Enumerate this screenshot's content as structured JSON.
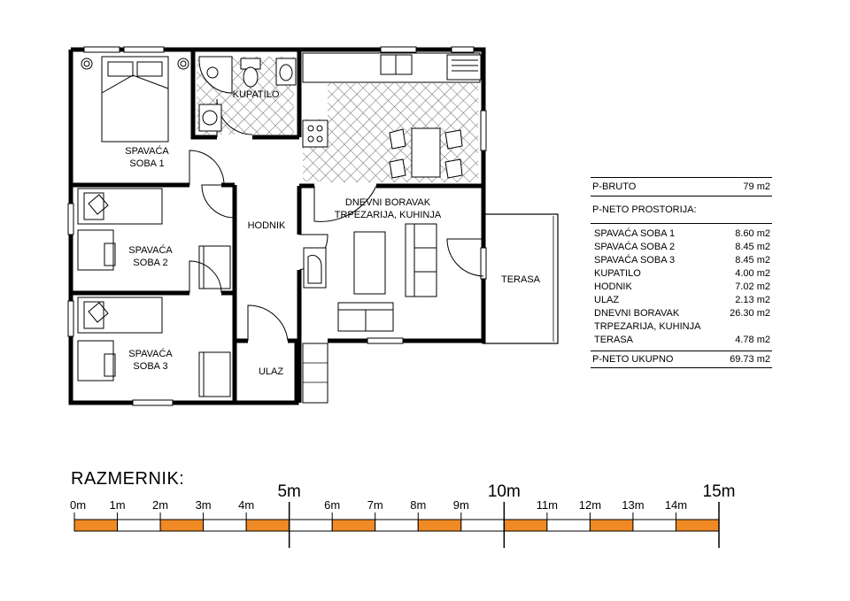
{
  "rooms": {
    "spavaca1": [
      "SPAVAĆA",
      "SOBA 1"
    ],
    "kupatilo": "KUPATILO",
    "spavaca2": [
      "SPAVAĆA",
      "SOBA 2"
    ],
    "spavaca3": [
      "SPAVAĆA",
      "SOBA 3"
    ],
    "hodnik": "HODNIK",
    "ulaz": "ULAZ",
    "dnevni": [
      "DNEVNI BORAVAK",
      "TRPEZARIJA, KUHINJA"
    ],
    "terasa": "TERASA"
  },
  "areas": {
    "bruto_label": "P-BRUTO",
    "bruto_value": "79 m2",
    "neto_heading": "P-NETO PROSTORIJA:",
    "items": [
      {
        "name": "SPAVAĆA SOBA 1",
        "value": "8.60 m2"
      },
      {
        "name": "SPAVAĆA SOBA 2",
        "value": "8.45 m2"
      },
      {
        "name": "SPAVAĆA SOBA 3",
        "value": "8.45 m2"
      },
      {
        "name": "KUPATILO",
        "value": "4.00 m2"
      },
      {
        "name": "HODNIK",
        "value": "7.02 m2"
      },
      {
        "name": "ULAZ",
        "value": "2.13 m2"
      },
      {
        "name": "DNEVNI BORAVAK TRPEZARIJA, KUHINJA",
        "value": "26.30 m2"
      },
      {
        "name": "TERASA",
        "value": "4.78 m2"
      }
    ],
    "total_label": "P-NETO UKUPNO",
    "total_value": "69.73 m2"
  },
  "scale": {
    "title": "RAZMERNIK:",
    "major_labels": [
      "5m",
      "10m",
      "15m"
    ],
    "minor_labels": [
      "0m",
      "1m",
      "2m",
      "3m",
      "4m",
      "6m",
      "7m",
      "8m",
      "9m",
      "11m",
      "12m",
      "13m",
      "14m"
    ],
    "segments": 15,
    "colors": {
      "fill": "#f08a24",
      "empty": "#ffffff"
    }
  },
  "colors": {
    "wall": "#000000",
    "hatch": "#6f6f6f"
  }
}
